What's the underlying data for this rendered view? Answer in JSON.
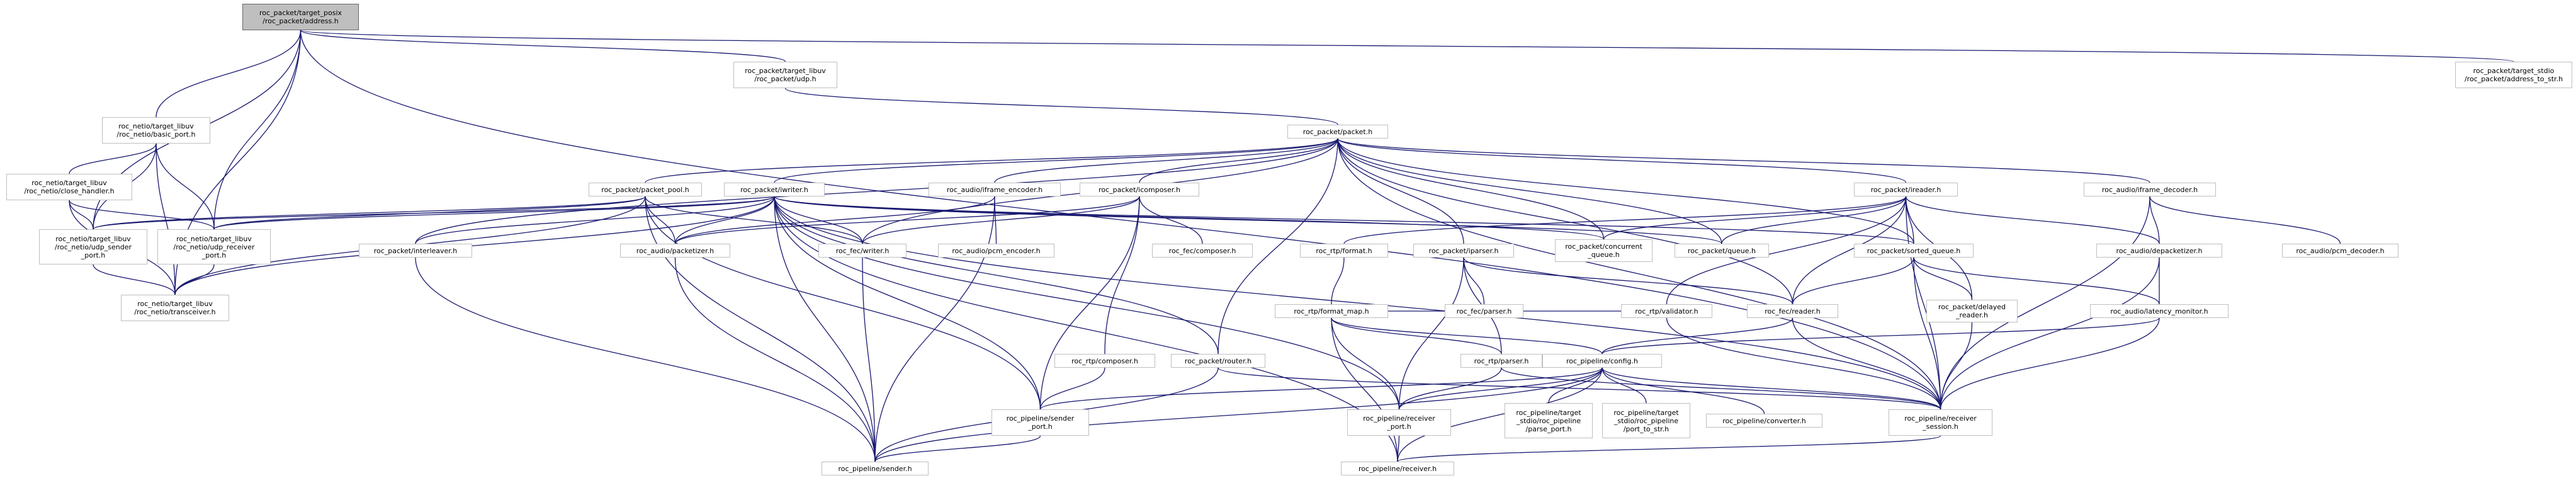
{
  "colors": {
    "edge": "#191970",
    "node_border": "#bfbfbf",
    "root_fill": "#bfbfbf",
    "node_fill": "#ffffff"
  },
  "nodes": {
    "address": [
      "roc_packet/target_posix",
      "/roc_packet/address.h"
    ],
    "udp": [
      "roc_packet/target_libuv",
      "/roc_packet/udp.h"
    ],
    "addr_to_str": [
      "roc_packet/target_stdio",
      "/roc_packet/address_to_str.h"
    ],
    "basic_port": [
      "roc_netio/target_libuv",
      "/roc_netio/basic_port.h"
    ],
    "close_handler": [
      "roc_netio/target_libuv",
      "/roc_netio/close_handler.h"
    ],
    "udp_sender_port": [
      "roc_netio/target_libuv",
      "/roc_netio/udp_sender",
      "_port.h"
    ],
    "udp_receiver_port": [
      "roc_netio/target_libuv",
      "/roc_netio/udp_receiver",
      "_port.h"
    ],
    "transceiver": [
      "roc_netio/target_libuv",
      "/roc_netio/transceiver.h"
    ],
    "packet": [
      "roc_packet/packet.h"
    ],
    "packet_pool": [
      "roc_packet/packet_pool.h"
    ],
    "writer": [
      "roc_packet/iwriter.h"
    ],
    "frame_encoder": [
      "roc_audio/iframe_encoder.h"
    ],
    "composer": [
      "roc_packet/icomposer.h"
    ],
    "reader": [
      "roc_packet/ireader.h"
    ],
    "frame_decoder": [
      "roc_audio/iframe_decoder.h"
    ],
    "interleaver": [
      "roc_packet/interleaver.h"
    ],
    "packetizer": [
      "roc_audio/packetizer.h"
    ],
    "pcm_encoder": [
      "roc_audio/pcm_encoder.h"
    ],
    "fec_writer": [
      "roc_fec/writer.h"
    ],
    "fec_composer": [
      "roc_fec/composer.h"
    ],
    "rtp_format": [
      "roc_rtp/format.h"
    ],
    "parser": [
      "roc_packet/iparser.h"
    ],
    "concurrent_queue": [
      "roc_packet/concurrent",
      "_queue.h"
    ],
    "queue": [
      "roc_packet/queue.h"
    ],
    "sorted_queue": [
      "roc_packet/sorted_queue.h"
    ],
    "pcm_decoder": [
      "roc_audio/pcm_decoder.h"
    ],
    "depacketizer": [
      "roc_audio/depacketizer.h"
    ],
    "fec_parser": [
      "roc_fec/parser.h"
    ],
    "rtp_format_map": [
      "roc_rtp/format_map.h"
    ],
    "rtp_validator": [
      "roc_rtp/validator.h"
    ],
    "fec_reader": [
      "roc_fec/reader.h"
    ],
    "delayed_reader": [
      "roc_packet/delayed",
      "_reader.h"
    ],
    "latency_monitor": [
      "roc_audio/latency_monitor.h"
    ],
    "rtp_composer": [
      "roc_rtp/composer.h"
    ],
    "router": [
      "roc_packet/router.h"
    ],
    "rtp_parser": [
      "roc_rtp/parser.h"
    ],
    "config": [
      "roc_pipeline/config.h"
    ],
    "sender_port": [
      "roc_pipeline/sender",
      "_port.h"
    ],
    "receiver_port": [
      "roc_pipeline/receiver",
      "_port.h"
    ],
    "parse_port": [
      "roc_pipeline/target",
      "_stdio/roc_pipeline",
      "/parse_port.h"
    ],
    "port_to_str": [
      "roc_pipeline/target",
      "_stdio/roc_pipeline",
      "/port_to_str.h"
    ],
    "converter": [
      "roc_pipeline/converter.h"
    ],
    "receiver_session": [
      "roc_pipeline/receiver",
      "_session.h"
    ],
    "sender": [
      "roc_pipeline/sender.h"
    ],
    "receiver": [
      "roc_pipeline/receiver.h"
    ]
  }
}
